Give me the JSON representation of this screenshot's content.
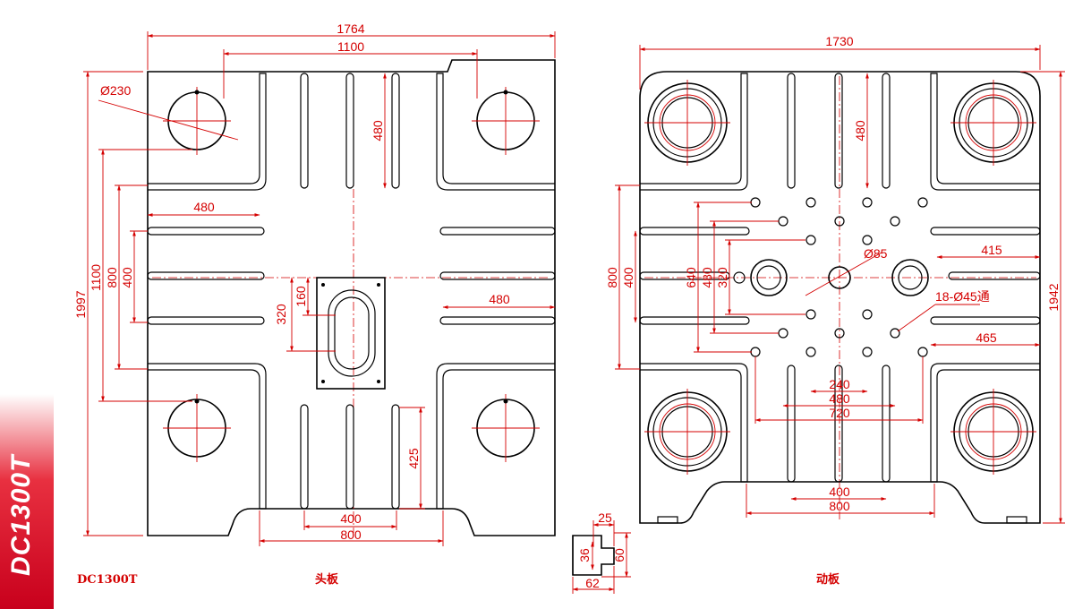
{
  "model_badge": "DC1300T",
  "model_label": "DC1300T",
  "left_view": {
    "caption": "头板",
    "dims": {
      "overall_width": "1764",
      "tie_bar_spacing": "1100",
      "hole_dia": "Ø230",
      "slot_len_top": "480",
      "slot_len_left": "480",
      "slot_len_right": "480",
      "overall_height": "1997",
      "v_1100": "1100",
      "v_800": "800",
      "v_400": "400",
      "v_160": "160",
      "v_320": "320",
      "v_425": "425",
      "h_400": "400",
      "h_800": "800"
    }
  },
  "right_view": {
    "caption": "动板",
    "dims": {
      "overall_width": "1730",
      "slot_len_top": "480",
      "center_dia": "Ø85",
      "dim_415": "415",
      "holes_note": "18-Ø45通",
      "dim_465": "465",
      "overall_height": "1942",
      "v_800": "800",
      "v_400": "400",
      "v_640": "640",
      "v_480": "480",
      "v_320": "320",
      "h_240": "240",
      "h_480": "480",
      "h_720": "720",
      "h_400": "400",
      "h_800": "800"
    }
  },
  "detail": {
    "d25": "25",
    "d36": "36",
    "d60": "60",
    "d62": "62"
  }
}
